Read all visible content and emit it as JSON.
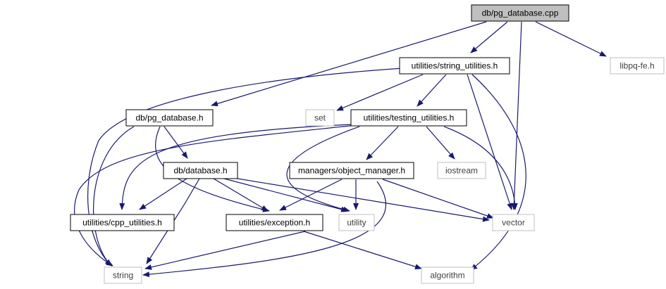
{
  "colors": {
    "edge": "#191970",
    "root_fill": "#bfbfbf",
    "root_border": "#000000",
    "project_border": "#000000",
    "external_border": "#bfbfbf",
    "project_text": "#000000",
    "external_text": "#404040"
  },
  "nodes": [
    {
      "id": "pg_database_cpp",
      "label": "db/pg_database.cpp",
      "kind": "root"
    },
    {
      "id": "string_utilities_h",
      "label": "utilities/string_utilities.h",
      "kind": "project"
    },
    {
      "id": "libpq_fe_h",
      "label": "libpq-fe.h",
      "kind": "external"
    },
    {
      "id": "pg_database_h",
      "label": "db/pg_database.h",
      "kind": "project"
    },
    {
      "id": "set",
      "label": "set",
      "kind": "external"
    },
    {
      "id": "testing_utilities_h",
      "label": "utilities/testing_utilities.h",
      "kind": "project"
    },
    {
      "id": "database_h",
      "label": "db/database.h",
      "kind": "project"
    },
    {
      "id": "object_manager_h",
      "label": "managers/object_manager.h",
      "kind": "project"
    },
    {
      "id": "iostream",
      "label": "iostream",
      "kind": "external"
    },
    {
      "id": "cpp_utilities_h",
      "label": "utilities/cpp_utilities.h",
      "kind": "project"
    },
    {
      "id": "exception_h",
      "label": "utilities/exception.h",
      "kind": "project"
    },
    {
      "id": "utility",
      "label": "utility",
      "kind": "external"
    },
    {
      "id": "vector",
      "label": "vector",
      "kind": "external"
    },
    {
      "id": "string",
      "label": "string",
      "kind": "external"
    },
    {
      "id": "algorithm",
      "label": "algorithm",
      "kind": "external"
    }
  ],
  "edges": [
    {
      "from": "pg_database_cpp",
      "to": "string_utilities_h"
    },
    {
      "from": "pg_database_cpp",
      "to": "pg_database_h"
    },
    {
      "from": "pg_database_cpp",
      "to": "vector"
    },
    {
      "from": "pg_database_cpp",
      "to": "libpq_fe_h"
    },
    {
      "from": "string_utilities_h",
      "to": "string"
    },
    {
      "from": "string_utilities_h",
      "to": "set"
    },
    {
      "from": "string_utilities_h",
      "to": "testing_utilities_h"
    },
    {
      "from": "string_utilities_h",
      "to": "vector"
    },
    {
      "from": "string_utilities_h",
      "to": "algorithm"
    },
    {
      "from": "pg_database_h",
      "to": "string"
    },
    {
      "from": "pg_database_h",
      "to": "database_h"
    },
    {
      "from": "pg_database_h",
      "to": "exception_h"
    },
    {
      "from": "testing_utilities_h",
      "to": "string"
    },
    {
      "from": "testing_utilities_h",
      "to": "cpp_utilities_h"
    },
    {
      "from": "testing_utilities_h",
      "to": "object_manager_h"
    },
    {
      "from": "testing_utilities_h",
      "to": "iostream"
    },
    {
      "from": "testing_utilities_h",
      "to": "vector"
    },
    {
      "from": "testing_utilities_h",
      "to": "utility"
    },
    {
      "from": "database_h",
      "to": "cpp_utilities_h"
    },
    {
      "from": "database_h",
      "to": "string"
    },
    {
      "from": "database_h",
      "to": "exception_h"
    },
    {
      "from": "database_h",
      "to": "utility"
    },
    {
      "from": "database_h",
      "to": "vector"
    },
    {
      "from": "object_manager_h",
      "to": "exception_h"
    },
    {
      "from": "object_manager_h",
      "to": "utility"
    },
    {
      "from": "object_manager_h",
      "to": "vector"
    },
    {
      "from": "object_manager_h",
      "to": "string"
    },
    {
      "from": "exception_h",
      "to": "string"
    },
    {
      "from": "exception_h",
      "to": "algorithm"
    }
  ]
}
